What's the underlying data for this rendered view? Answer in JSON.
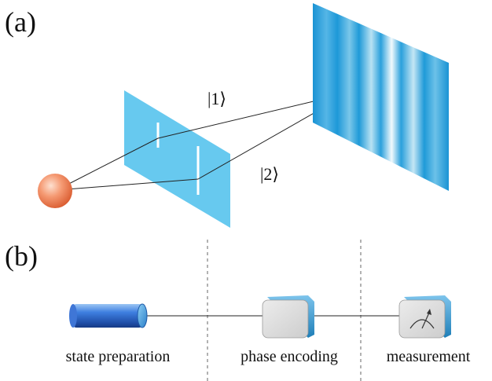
{
  "panel_a": {
    "label": "(a)",
    "ket_1": "|1⟩",
    "ket_2": "|2⟩",
    "colors": {
      "barrier": "#5bc6ee",
      "screen": "#29a8e0",
      "particle": "#ef7a50"
    }
  },
  "panel_b": {
    "label": "(b)",
    "stages": [
      {
        "label": "state preparation",
        "icon": "cylinder-source-icon"
      },
      {
        "label": "phase encoding",
        "icon": "phase-box-icon"
      },
      {
        "label": "measurement",
        "icon": "meter-icon"
      }
    ],
    "colors": {
      "box_edge": "#2a8fc4",
      "box_face": "#d9d9d9",
      "cylinder": "#2a6ed6"
    }
  }
}
